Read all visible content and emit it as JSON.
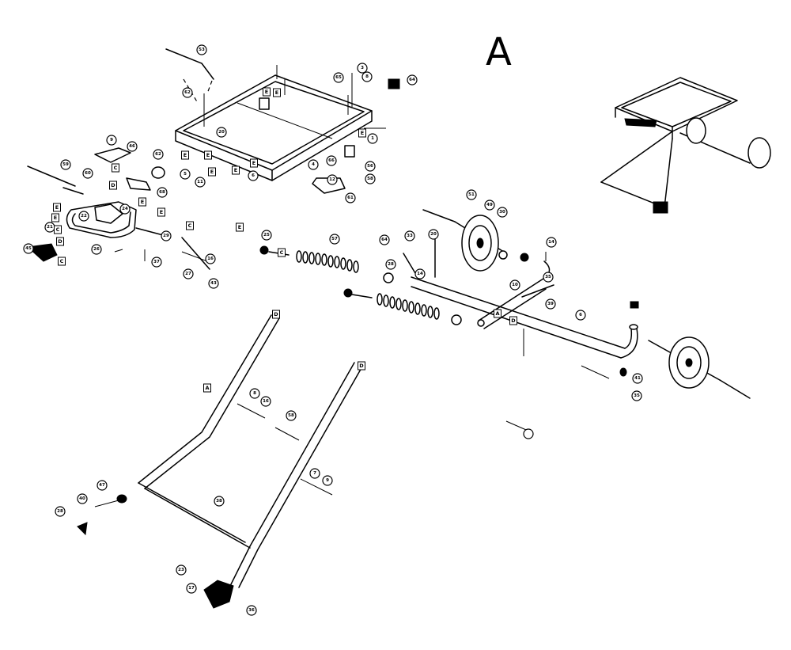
{
  "diagram": {
    "sheet_letter": "A",
    "callouts": [
      "53",
      "62",
      "65",
      "3",
      "8",
      "64",
      "1",
      "20",
      "46",
      "9",
      "62",
      "5",
      "11",
      "6",
      "12",
      "4",
      "66",
      "56",
      "58",
      "61",
      "68",
      "59",
      "60",
      "26",
      "21",
      "22",
      "24",
      "37",
      "29",
      "27",
      "16",
      "43",
      "45",
      "25",
      "64",
      "57",
      "51",
      "49",
      "30",
      "14",
      "10",
      "28",
      "33",
      "14",
      "20",
      "35",
      "39",
      "6",
      "35",
      "41",
      "47",
      "40",
      "38",
      "28",
      "8",
      "16",
      "58",
      "7",
      "9",
      "23",
      "17",
      "36"
    ],
    "tags": [
      "E",
      "E",
      "E",
      "E",
      "E",
      "E",
      "E",
      "E",
      "E",
      "C",
      "E",
      "D",
      "C",
      "D",
      "E",
      "E",
      "C",
      "C",
      "E",
      "C",
      "A",
      "D",
      "D",
      "A",
      "D"
    ]
  }
}
